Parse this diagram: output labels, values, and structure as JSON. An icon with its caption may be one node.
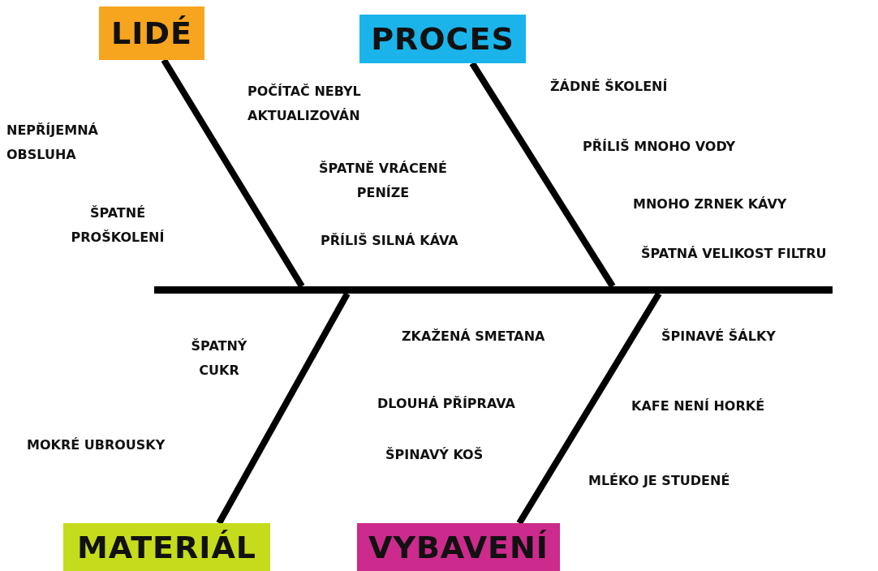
{
  "diagram": {
    "nodes": [
      {
        "text": [
          "LIDÉ"
        ]
      },
      {
        "text": [
          "PROCES"
        ]
      },
      {
        "text": [],
        "shape": "bar"
      },
      {
        "text": [
          "MATERIÁL"
        ]
      },
      {
        "text": [
          "VYBAVENÍ"
        ]
      }
    ],
    "edges": [
      {
        "from": 0,
        "to": 2,
        "arrow": "none"
      },
      {
        "from": 1,
        "to": 2,
        "arrow": "none"
      },
      {
        "from": 3,
        "to": 2,
        "arrow": "none"
      },
      {
        "from": 4,
        "to": 2,
        "arrow": "none"
      }
    ],
    "labels": [
      "POČÍTAČ NEBYL AKTUALIZOVÁN",
      "ŽÁDNÉ ŠKOLENÍ",
      "NEPŘÍJEMNÁ OBSLUHA",
      "PŘÍLIŠ MNOHO VODY",
      "ŠPATNĚ VRÁCENÉ PENÍZE",
      "MNOHO ZRNEK KÁVY",
      "ŠPATNÉ PROŠKOLENÍ",
      "PŘÍLIŠ SILNÁ KÁVA",
      "ŠPATNÁ VELIKOST FILTRU",
      "ZKAŽENÁ SMETANA",
      "ŠPINAVÉ ŠÁLKY",
      "ŠPATNÝ CUKR",
      "DLOUHÁ PŘÍPRAVA",
      "KAFE NENÍ HORKÉ",
      "MOKRÉ UBROUSKY",
      "ŠPINAVÝ KOŠ",
      "MLÉKO JE STUDENÉ"
    ]
  }
}
